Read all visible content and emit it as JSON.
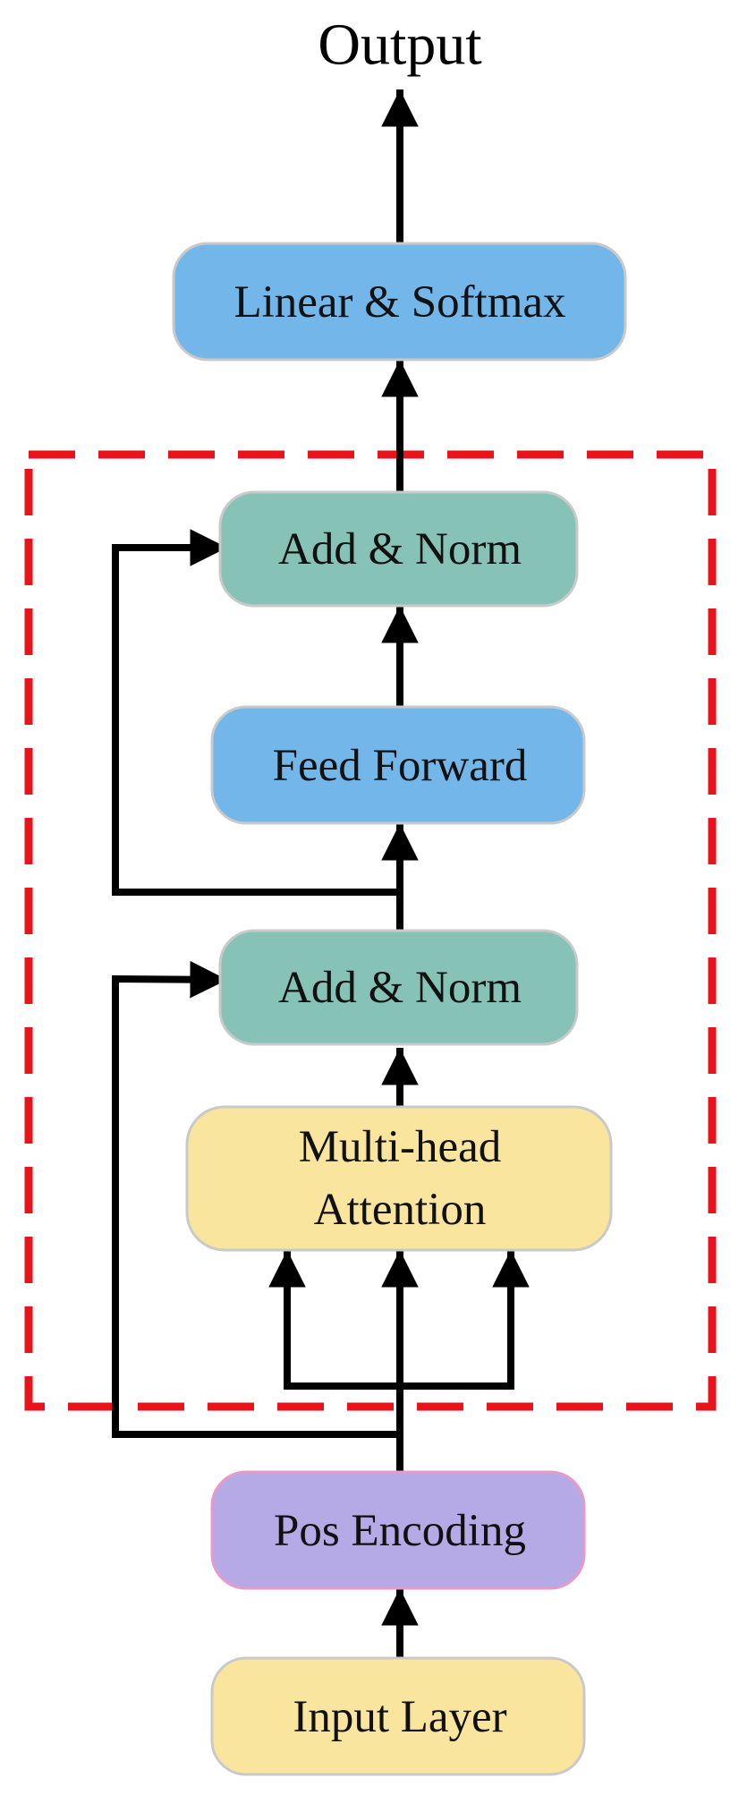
{
  "diagram": {
    "output_label": "Output",
    "blocks": {
      "linear_softmax": "Linear & Softmax",
      "add_norm_top": "Add & Norm",
      "feed_forward": "Feed Forward",
      "add_norm_bottom": "Add & Norm",
      "multi_head_attention_line1": "Multi-head",
      "multi_head_attention_line2": "Attention",
      "pos_encoding": "Pos Encoding",
      "input_layer": "Input Layer"
    }
  },
  "colors": {
    "blue_block": "#72b6ea",
    "teal_block": "#86c3b6",
    "yellow_block": "#fae59e",
    "purple_block": "#b6aae6",
    "dashed_region": "#e8131b",
    "arrows": "#000000"
  }
}
